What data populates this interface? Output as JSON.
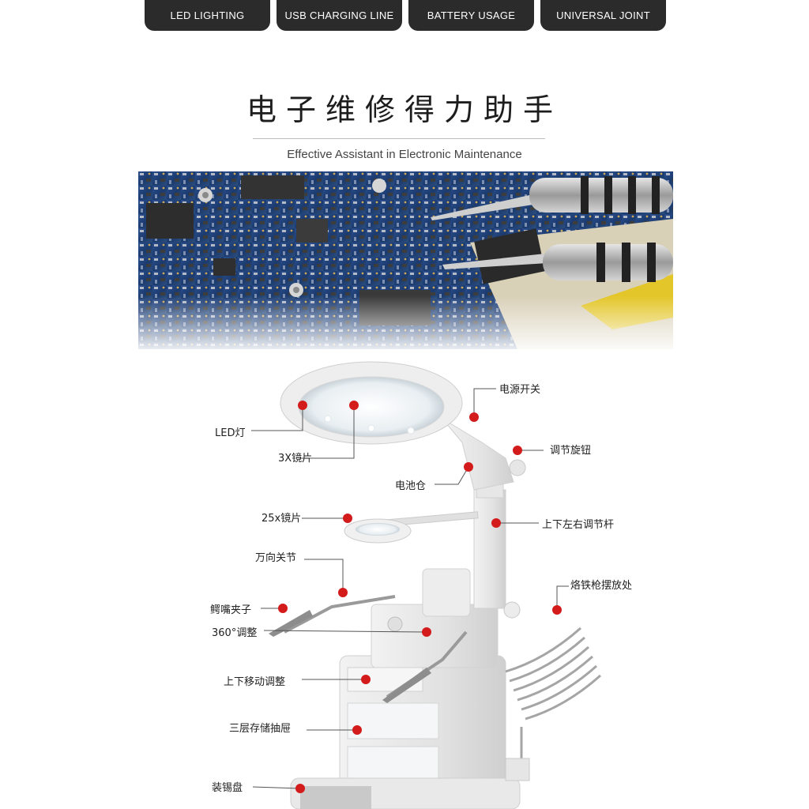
{
  "tabs": [
    {
      "label": "LED LIGHTING"
    },
    {
      "label": "USB CHARGING LINE"
    },
    {
      "label": "BATTERY USAGE"
    },
    {
      "label": "UNIVERSAL JOINT"
    }
  ],
  "heading": {
    "title": "电子维修得力助手",
    "subtitle": "Effective Assistant in Electronic Maintenance"
  },
  "callouts": {
    "led": "LED灯",
    "lens3x": "3X镜片",
    "power_switch": "电源开关",
    "knob": "调节旋钮",
    "battery": "电池仓",
    "lens25x": "25x镜片",
    "rod": "上下左右调节杆",
    "joint": "万向关节",
    "clip": "鳄嘴夹子",
    "rotate": "360°调整",
    "iron_holder": "烙铁枪摆放处",
    "updown": "上下移动调整",
    "drawers": "三层存储抽屉",
    "solder_tray": "装锡盘"
  },
  "colors": {
    "tab_bg": "#2b2b2b",
    "tab_text": "#ffffff",
    "callout_dot": "#d31b1b",
    "pcb_blue": "#1f3f7a"
  }
}
